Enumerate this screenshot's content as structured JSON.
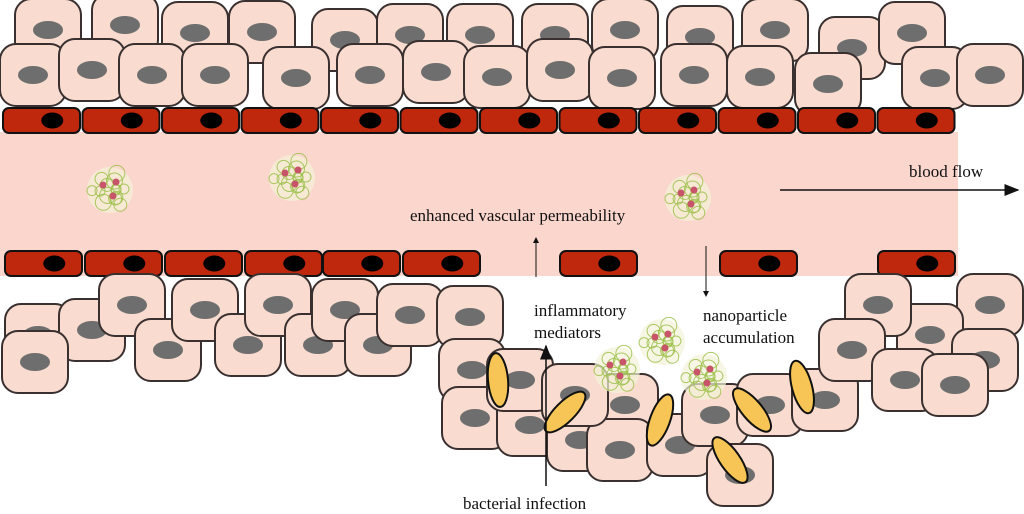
{
  "labels": {
    "blood_flow": "blood flow",
    "permeability": "enhanced vascular permeability",
    "mediators_line1": "inflammatory",
    "mediators_line2": "mediators",
    "accumulation_line1": "nanoparticle",
    "accumulation_line2": "accumulation",
    "infection": "bacterial infection"
  },
  "colors": {
    "vessel_lumen": "#fbd6cd",
    "endothelial_cell": "#c0280e",
    "endothelial_nucleus": "#000000",
    "tissue_cell": "#f9dccf",
    "tissue_nucleus": "#6e6e6e",
    "bacterium": "#f6c555",
    "nanoparticle_shell": "#9cbf4a",
    "nanoparticle_payload": "#c8546a"
  }
}
